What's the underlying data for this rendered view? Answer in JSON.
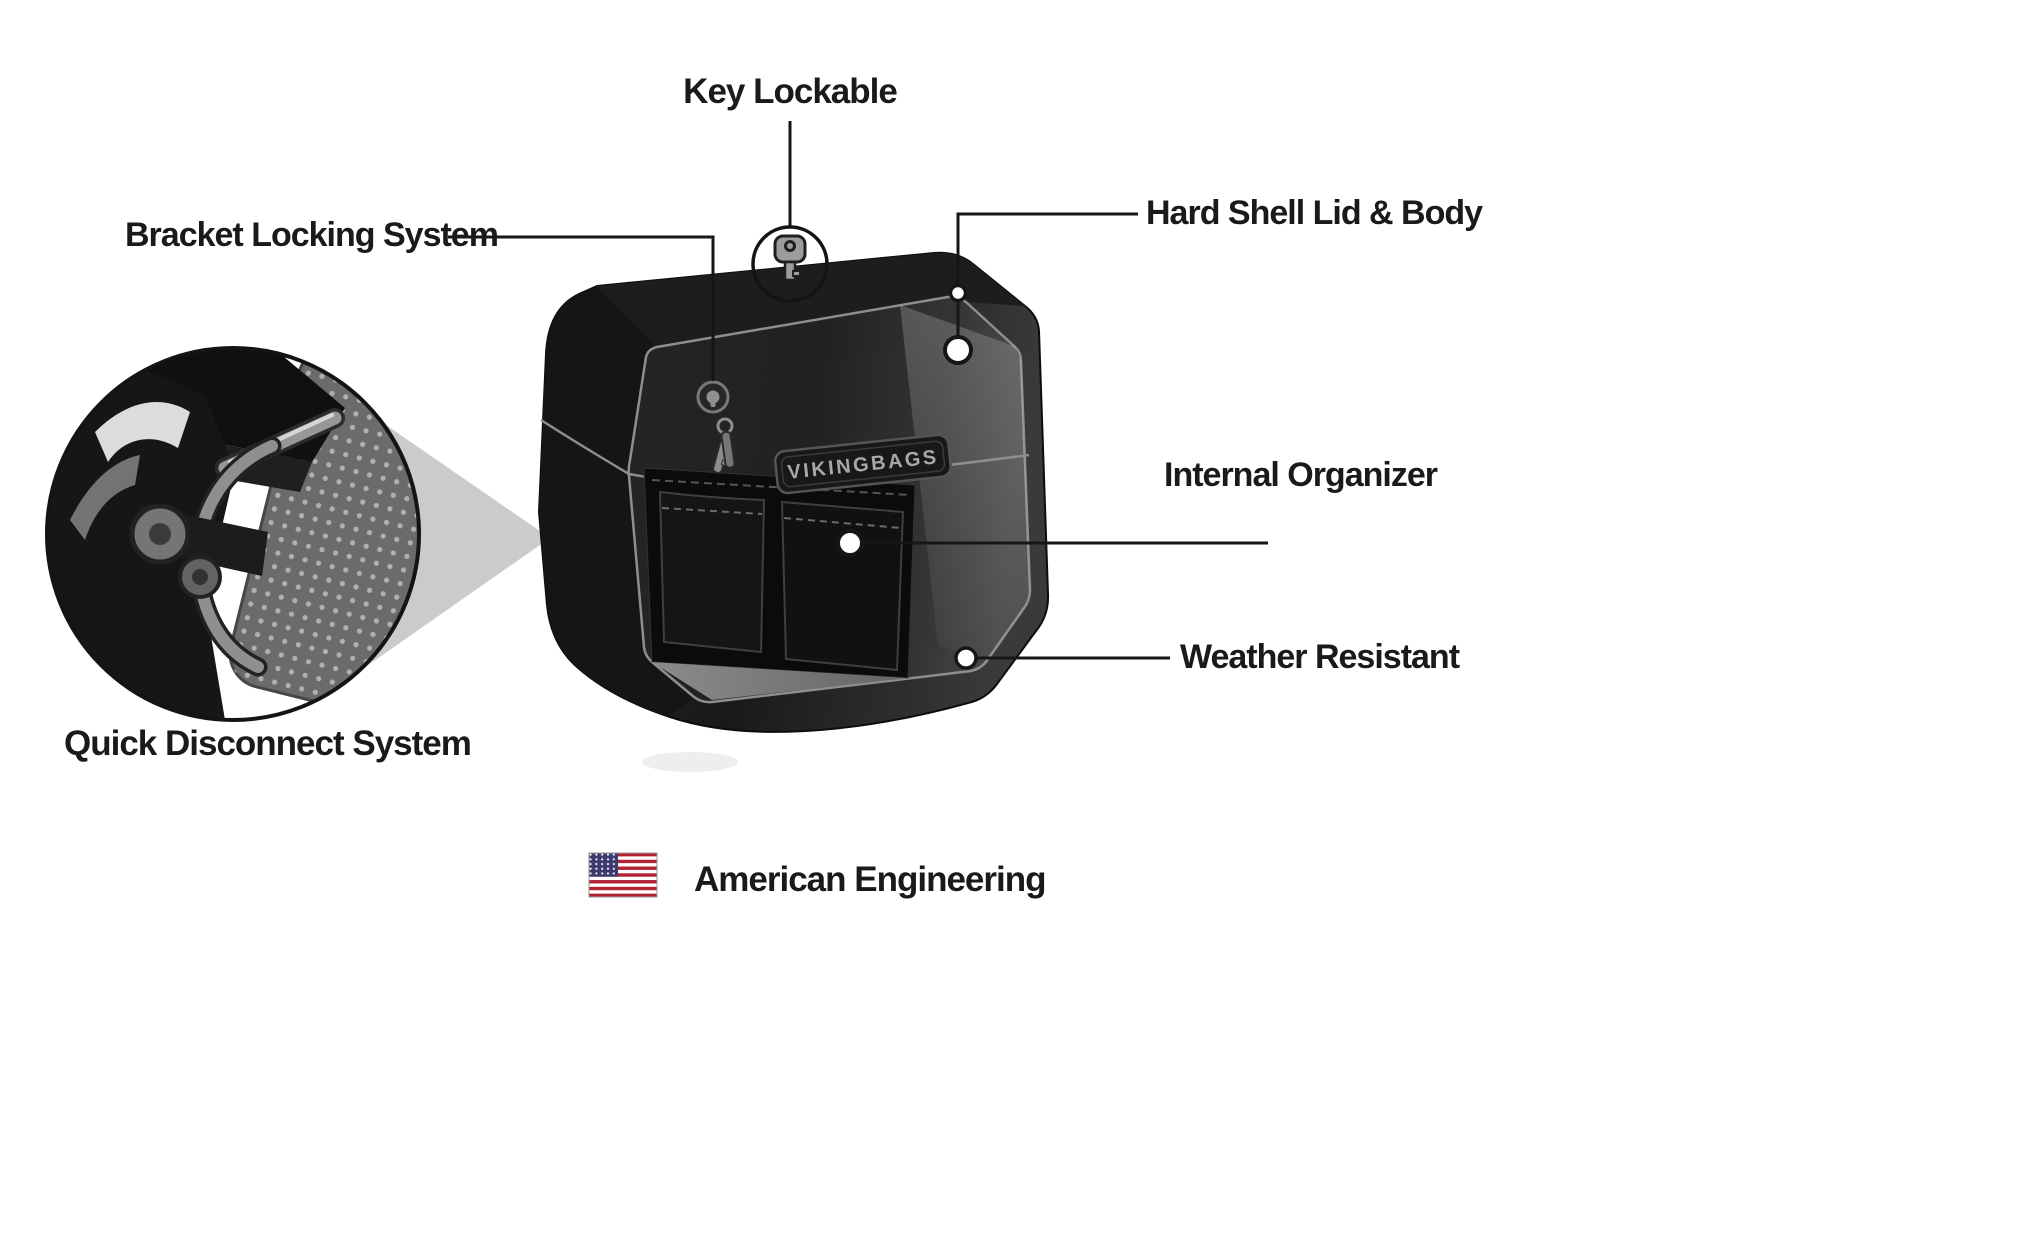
{
  "callouts": {
    "key_lockable": "Key Lockable",
    "bracket_locking_system": "Bracket Locking System",
    "hard_shell_lid_body": "Hard Shell Lid & Body",
    "internal_organizer": "Internal Organizer",
    "weather_resistant": "Weather Resistant",
    "quick_disconnect_system": "Quick Disconnect System"
  },
  "footer": {
    "american_engineering": "American Engineering"
  },
  "product": {
    "brand_plate": "VIKINGBAGS"
  },
  "icons": {
    "key": "key-icon",
    "keyhole": "keyhole-icon",
    "keys_hanging": "keys-icon",
    "us_flag": "us-flag-icon",
    "inset_magnifier": "quick-disconnect-inset"
  },
  "colors": {
    "label_text": "#1a1a1a",
    "callout_line": "#161616",
    "bag_black": "#1e1e1e",
    "panel_outline": "#8e8e8e",
    "triangle_gray": "#cbcbcb",
    "brand_text": "#a8a8a8",
    "flag_red": "#B22234",
    "flag_blue": "#3C3B6E"
  }
}
